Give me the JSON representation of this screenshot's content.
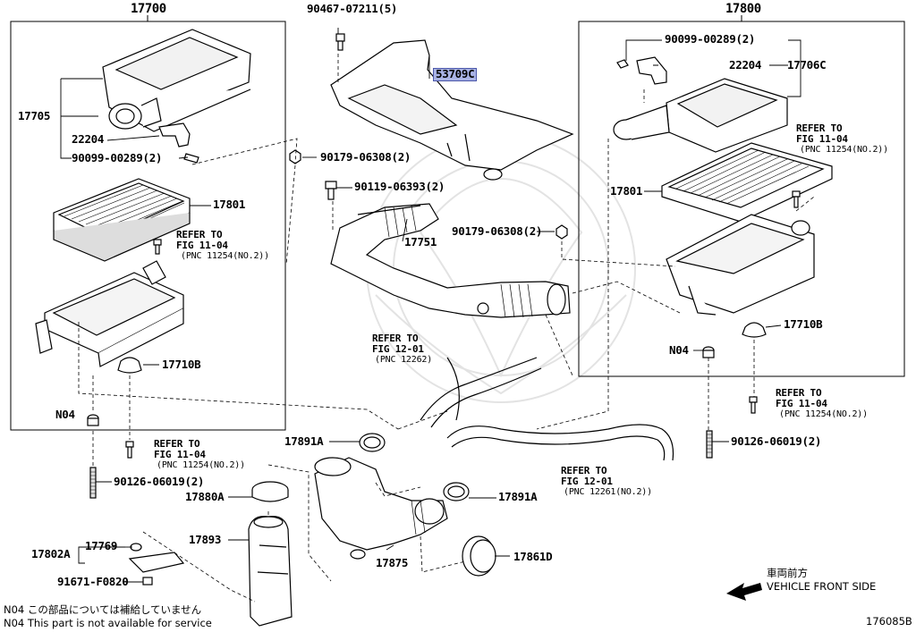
{
  "diagram_code": "176085B",
  "assemblies": {
    "left": "17700",
    "right": "17800"
  },
  "parts": {
    "p90467": "90467-07211(5)",
    "p53709C": "53709C",
    "p17705": "17705",
    "p22204_l": "22204",
    "p90099_l": "90099-00289(2)",
    "p90179_a": "90179-06308(2)",
    "p90119": "90119-06393(2)",
    "p17801_l": "17801",
    "p17751": "17751",
    "p90179_b": "90179-06308(2)",
    "p17710B_l": "17710B",
    "p17710B_r": "17710B",
    "pN04_l": "N04",
    "pN04_r": "N04",
    "p90126_l": "90126-06019(2)",
    "p90126_r": "90126-06019(2)",
    "p17891A_a": "17891A",
    "p17891A_b": "17891A",
    "p17880A": "17880A",
    "p17893": "17893",
    "p17802A": "17802A",
    "p17769": "17769",
    "p91671": "91671-F0820",
    "p17875": "17875",
    "p17861D": "17861D",
    "p90099_r": "90099-00289(2)",
    "p22204_r": "22204",
    "p17706C": "17706C",
    "p17801_r": "17801"
  },
  "refs": {
    "ref_l": {
      "line1": "REFER TO",
      "line2": "FIG 11-04",
      "line3": "(PNC 11254(NO.2))"
    },
    "ref_bl": {
      "line1": "REFER TO",
      "line2": "FIG 11-04",
      "line3": "(PNC 11254(NO.2))"
    },
    "ref_c": {
      "line1": "REFER TO",
      "line2": "FIG 12-01",
      "line3": "(PNC 12262)"
    },
    "ref_bc": {
      "line1": "REFER TO",
      "line2": "FIG 12-01",
      "line3": "(PNC 12261(NO.2))"
    },
    "ref_r": {
      "line1": "REFER TO",
      "line2": "FIG 11-04",
      "line3": "(PNC 11254(NO.2))"
    },
    "ref_br": {
      "line1": "REFER TO",
      "line2": "FIG 11-04",
      "line3": "(PNC 11254(NO.2))"
    }
  },
  "direction": {
    "jp": "車両前方",
    "en": "VEHICLE FRONT SIDE"
  },
  "notes": {
    "jp": "N04  この部品については補給していません",
    "en": "N04  This part is not available for service"
  },
  "colors": {
    "highlight": "#a9b3e6",
    "highlight_border": "#4a56a8",
    "line": "#000000",
    "watermark": "#e6e6e6"
  }
}
